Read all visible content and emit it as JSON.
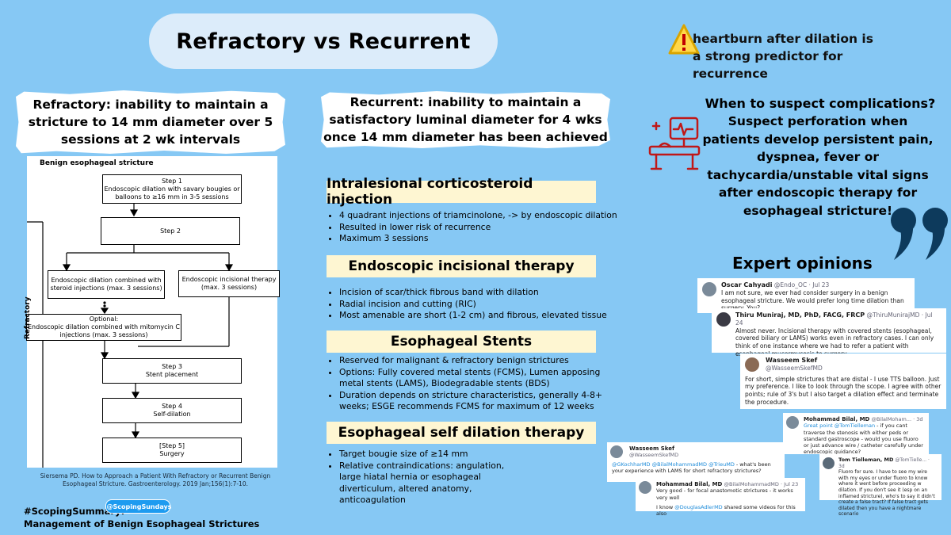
{
  "title": "Refractory vs Recurrent",
  "warning": {
    "icon": "warning-icon",
    "text": "heartburn after dilation is a strong predictor for recurrence"
  },
  "refractory_def": "Refractory: inability to maintain a stricture to 14 mm diameter over 5 sessions at 2 wk intervals",
  "recurrent_def": "Recurrent: inability to maintain a satisfactory luminal diameter for 4 wks once 14 mm diameter has been achieved",
  "complications": {
    "title": "When to suspect complications?",
    "text": "Suspect perforation when patients develop persistent pain, dyspnea, fever or tachycardia/unstable vital signs after endoscopic therapy for esophageal stricture!"
  },
  "figure": {
    "title": "Benign esophageal stricture",
    "side_label": "Refractory",
    "step1_title": "Step 1",
    "step1_text": "Endoscopic dilation with savary bougies or balloons to ≥16 mm in 3-5 sessions",
    "step2_title": "Step 2",
    "left_box": "Endoscopic dilation combined with steroid injections (max. 3 sessions)",
    "right_box": "Endoscopic incisional therapy (max. 3 sessions)",
    "optional_title": "Optional:",
    "optional_text": "Endoscopic dilation combined with mitomycin C injections (max. 3 sessions)",
    "step3_title": "Step 3",
    "step3_text": "Stent placement",
    "step4_title": "Step 4",
    "step4_text": "Self-dilation",
    "step5_title": "[Step 5]",
    "step5_text": "Surgery",
    "citation": "Siersema PD. How to Approach a Patient With Refractory or Recurrent Benign Esophageal Stricture. Gastroenterology. 2019 Jan;156(1):7-10."
  },
  "sections": [
    {
      "title": "Intralesional corticosteroid injection",
      "bullets": [
        "4 quadrant injections of triamcinolone, -> by endoscopic dilation",
        "Resulted in lower risk of recurrence",
        "Maximum 3 sessions"
      ]
    },
    {
      "title": "Endoscopic incisional therapy",
      "bullets": [
        "Incision of scar/thick fibrous band with dilation",
        "Radial incision and cutting (RIC)",
        "Most amenable are short (1-2 cm) and fibrous, elevated tissue"
      ]
    },
    {
      "title": "Esophageal Stents",
      "bullets": [
        "Reserved for malignant & refractory benign strictures",
        "Options: Fully covered metal stents (FCMS), Lumen apposing metal stents (LAMS), Biodegradable stents (BDS)",
        "Duration depends on stricture characteristics, generally 4-8+ weeks; ESGE recommends FCMS for maximum of 12 weeks"
      ]
    },
    {
      "title": "Esophageal self dilation therapy",
      "bullets": [
        "Target bougie size of ≥14 mm",
        "Relative contraindications: angulation, large hiatal hernia or esophageal diverticulum, altered anatomy, anticoagulation"
      ]
    }
  ],
  "footer": {
    "line1": "#ScopingSummary:",
    "line2": "Management of Benign Esophageal Strictures",
    "badge": "@ScopingSundays"
  },
  "expert": {
    "title": "Expert opinions",
    "tweets": [
      {
        "name": "Oscar Cahyadi",
        "handle": "@Endo_OC · Jul 23",
        "text": "I am not sure, we ever had consider surgery in a benign esophageal stricture. We would prefer long time dilation than surgery. You?"
      },
      {
        "name": "Thiru Muniraj, MD, PhD, FACG, FRCP",
        "handle": "@ThiruMunirajMD · Jul 24",
        "text": "Almost never. Incisional therapy with covered stents (esophageal, covered biliary or LAMS) works even in refractory cases. I can only think of one instance where we had to refer a patient with esophageal mucormycosis to surgery."
      },
      {
        "name": "Wasseem Skef",
        "handle": "@WasseemSkefMD",
        "text": "For short, simple strictures that are distal - I use TTS balloon. Just my preference. I like to look through the scope. I agree with other points; rule of 3's but I also target a dilation effect and terminate the procedure."
      },
      {
        "name": "Mohammad Bilal, MD",
        "handle": "@BilalMoham... · 3d",
        "mention": "Great point @TomTielleman",
        "text": " - if you cant traverse the stenosis with either peds or standard gastroscope - would you use fluoro or just advance wire / catheter carefully under endoscopic guidance?"
      },
      {
        "name": "Wasseem Skef",
        "handle": "@WasseemSkefMD",
        "mention": "@GKochharMD @BilalMohammadMD @TrieuMD",
        "text": " - what's been your experience with LAMS for short refractory strictures?"
      },
      {
        "name": "Tom Tielleman, MD",
        "handle": "@TomTielle... · 3d",
        "text": "Fluoro for sure. I have to see my wire with my eyes or under fluoro to know where it went before proceeding w dilation. If you don't see it (esp on an inflamed stricture), who's to say it didn't create a false tract? If false tract gets dilated then you have a nightmare scenario"
      },
      {
        "name": "Mohammad Bilal, MD",
        "handle": "@BilalMohammadMD · Jul 23",
        "text": "Very good - for focal anastomotic strictures - it works very well",
        "extra_pre": "I know ",
        "extra_mention": "@DouglasAdlerMD",
        "extra_post": " shared some videos for this also"
      }
    ]
  }
}
